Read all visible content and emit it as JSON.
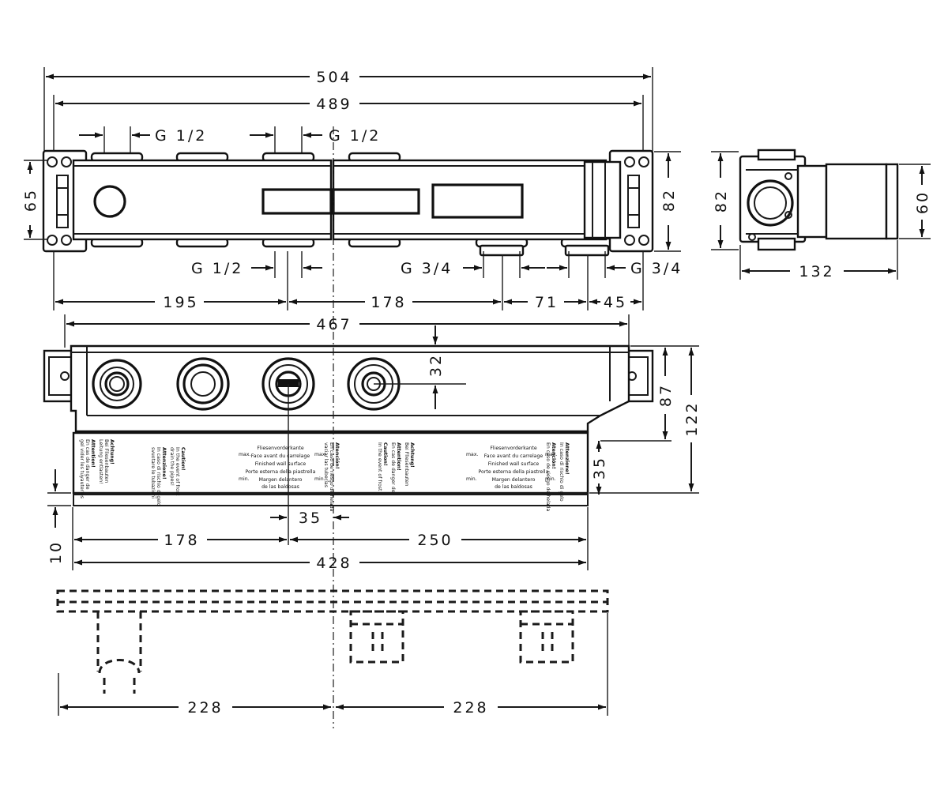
{
  "dimensions": {
    "d504": "504",
    "d489": "489",
    "g12_a": "G 1/2",
    "g12_b": "G 1/2",
    "g12_c": "G 1/2",
    "g34_a": "G 3/4",
    "g34_b": "G 3/4",
    "d65": "65",
    "d82_front": "82",
    "d82_side": "82",
    "d60": "60",
    "d132": "132",
    "d195": "195",
    "d178_top": "178",
    "d71": "71",
    "d45": "45",
    "d467": "467",
    "d32": "32",
    "d87": "87",
    "d122": "122",
    "d35_v": "35",
    "d35_h": "35",
    "d10": "10",
    "d178_bot": "178",
    "d250": "250",
    "d428": "428",
    "d228_left": "228",
    "d228_right": "228"
  },
  "labels": {
    "left_block": {
      "lines": [
        "Achtung!",
        "Bei Fliesenbauten",
        "Leitung entlasten!",
        "Attention!",
        "En cas de danger de",
        "gel vider les tuyauteries",
        "Caution!",
        "In the event of frost",
        "drain the pipes!",
        "Attenzione!",
        "In caso di rischio di gelo",
        "svuotare le tubazioni",
        "Atención!",
        "En caso de riesgo de helada",
        "vaciar las tuberías"
      ]
    },
    "wall_left": {
      "lines": [
        "Fliesenvorderkante",
        "Face avant du carrelage",
        "Finished wall surface",
        "Porte esterna della piastrella",
        "Margen delantero",
        "de las baldosas"
      ],
      "max": "max.",
      "min": "min."
    },
    "wall_right": {
      "lines": [
        "Fliesenvorderkante",
        "Face avant du carrelage",
        "Finished wall surface",
        "Porte esterna della piastrella",
        "Margen delantero",
        "de las baldosas"
      ],
      "max": "max.",
      "min": "min."
    }
  }
}
